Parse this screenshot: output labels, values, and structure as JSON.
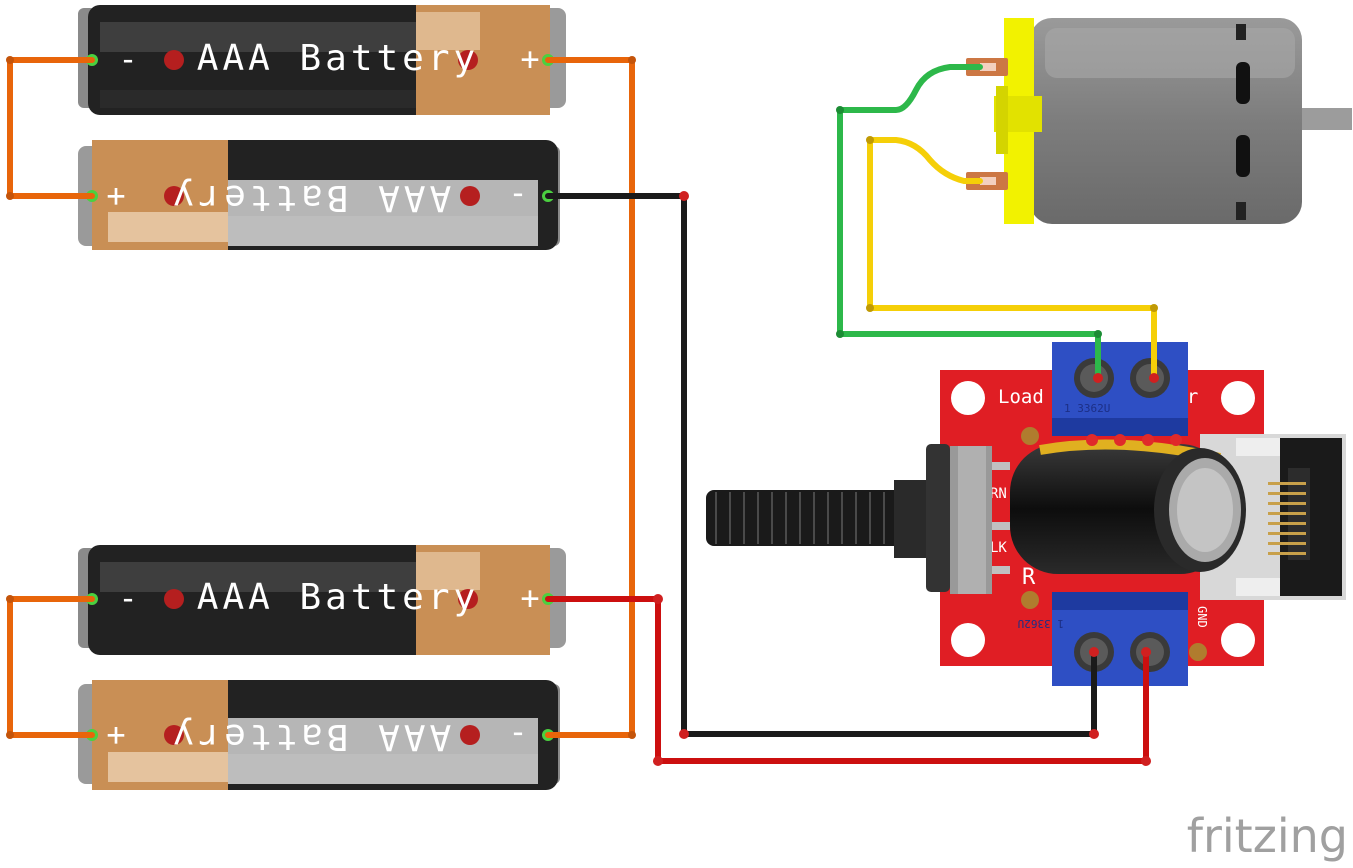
{
  "batteries": [
    {
      "label": "AAA Battery",
      "minus": "-",
      "plus": "+"
    },
    {
      "label": "AAA Battery",
      "minus": "-",
      "plus": "+"
    },
    {
      "label": "AAA Battery",
      "minus": "-",
      "plus": "+"
    },
    {
      "label": "AAA Battery",
      "minus": "-",
      "plus": "+"
    }
  ],
  "board": {
    "label_load": "Load",
    "label_pwr": "Pwr",
    "label_gnd": "GND",
    "terminal_code": "1 3362U"
  },
  "colors": {
    "wire_orange": "#e8650a",
    "wire_black": "#1a1a1a",
    "wire_red": "#cc0f0f",
    "wire_green": "#2db84a",
    "wire_yellow": "#f5cf08",
    "board_red": "#e01e24",
    "terminal_blue": "#2e4fc4",
    "motor_yellow": "#f2f200"
  },
  "watermark": "fritzing"
}
